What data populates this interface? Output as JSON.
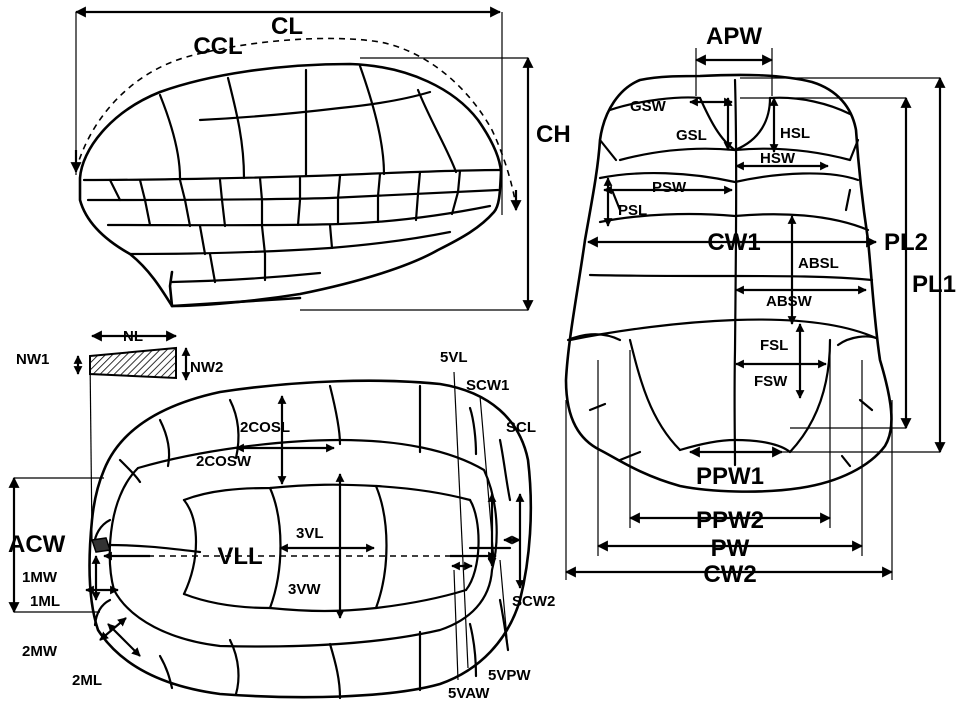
{
  "lateral": {
    "cl": "CL",
    "ccl": "CCL",
    "ch": "CH"
  },
  "plastron": {
    "apw": "APW",
    "gsw": "GSW",
    "gsl": "GSL",
    "hsl": "HSL",
    "hsw": "HSW",
    "psw": "PSW",
    "psl": "PSL",
    "cw1": "CW1",
    "pl2": "PL2",
    "pl1": "PL1",
    "absl": "ABSL",
    "absw": "ABSW",
    "fsl": "FSL",
    "fsw": "FSW",
    "ppw1": "PPW1",
    "ppw2": "PPW2",
    "pw": "PW",
    "cw2": "CW2"
  },
  "dorsal": {
    "nl": "NL",
    "nw1": "NW1",
    "nw2": "NW2",
    "acw": "ACW",
    "mw1": "1MW",
    "ml1": "1ML",
    "mw2": "2MW",
    "ml2": "2ML",
    "cosl2": "2COSL",
    "cosw2": "2COSW",
    "vll": "VLL",
    "vl3": "3VL",
    "vw3": "3VW",
    "vl5": "5VL",
    "scw1": "SCW1",
    "scl": "SCL",
    "scw2": "SCW2",
    "vpw5": "5VPW",
    "vaw5": "5VAW"
  }
}
